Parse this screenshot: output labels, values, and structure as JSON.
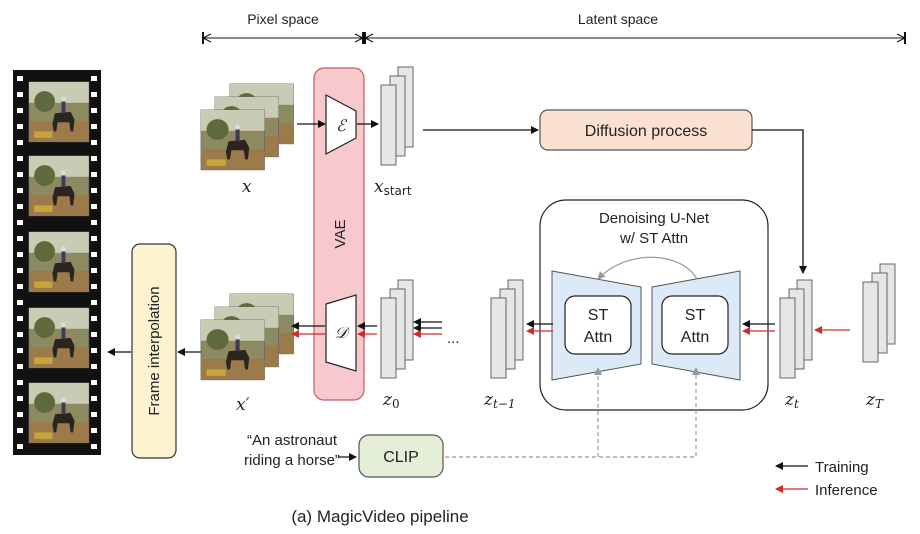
{
  "regions": {
    "pixel_space": "Pixel space",
    "latent_space": "Latent space"
  },
  "math": {
    "x": "x",
    "x_start": "x",
    "x_start_sub": "start",
    "x_prime": "x′",
    "z0": "z",
    "z0_sub": "0",
    "zt1": "z",
    "zt1_sub": "t−1",
    "zt": "z",
    "zt_sub": "t",
    "zT": "z",
    "zT_sub": "T",
    "encoder": "ℰ",
    "decoder": "𝒟"
  },
  "blocks": {
    "vae": "VAE",
    "diffusion": "Diffusion process",
    "frame_interp": "Frame interpolation",
    "clip": "CLIP",
    "unet_title_1": "Denoising U-Net",
    "unet_title_2": "w/ ST Attn",
    "st1": "ST",
    "attn1": "Attn",
    "st2": "ST",
    "attn2": "Attn",
    "ellipsis": "..."
  },
  "prompt": {
    "line1": "“An astronaut",
    "line2": "riding a horse”"
  },
  "legend": {
    "training": "Training",
    "inference": "Inference"
  },
  "caption": "(a) MagicVideo pipeline",
  "colors": {
    "vae_fill": "#f8c9cc",
    "vae_stroke": "#c85a64",
    "diffusion_fill": "#fbe1d0",
    "interp_fill": "#fdf3d1",
    "clip_fill": "#e3efd6",
    "unet_fill": "#dce9f6",
    "latent_fill": "#e6e6e6",
    "inference_arrow": "#d42a2a",
    "dashed": "#999999"
  }
}
